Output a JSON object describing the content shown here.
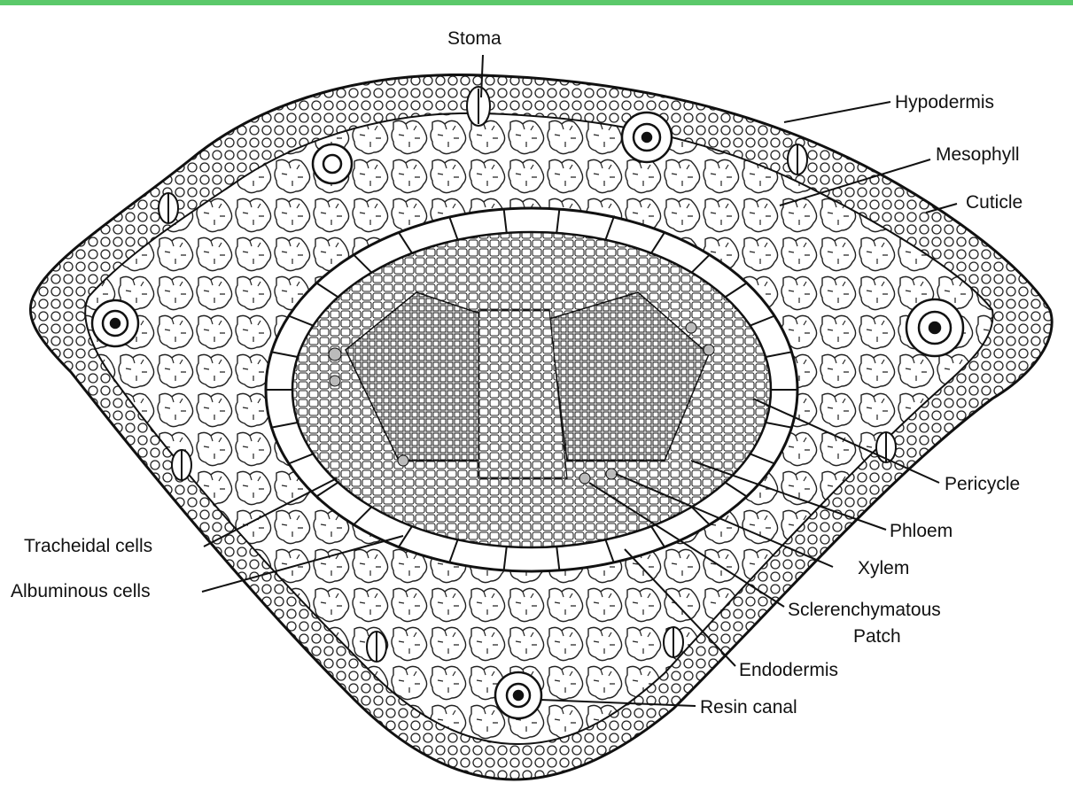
{
  "colors": {
    "accent_bar": "#5bc96a",
    "ink": "#111111",
    "paper": "#ffffff"
  },
  "figure": {
    "labels": {
      "stoma": "Stoma",
      "hypodermis": "Hypodermis",
      "mesophyll": "Mesophyll",
      "cuticle": "Cuticle",
      "pericycle": "Pericycle",
      "phloem": "Phloem",
      "xylem": "Xylem",
      "sclerenchymatous_patch_1": "Sclerenchymatous",
      "sclerenchymatous_patch_2": "Patch",
      "endodermis": "Endodermis",
      "resin_canal": "Resin canal",
      "tracheidal_cells": "Tracheidal cells",
      "albuminous_cells": "Albuminous cells"
    }
  }
}
